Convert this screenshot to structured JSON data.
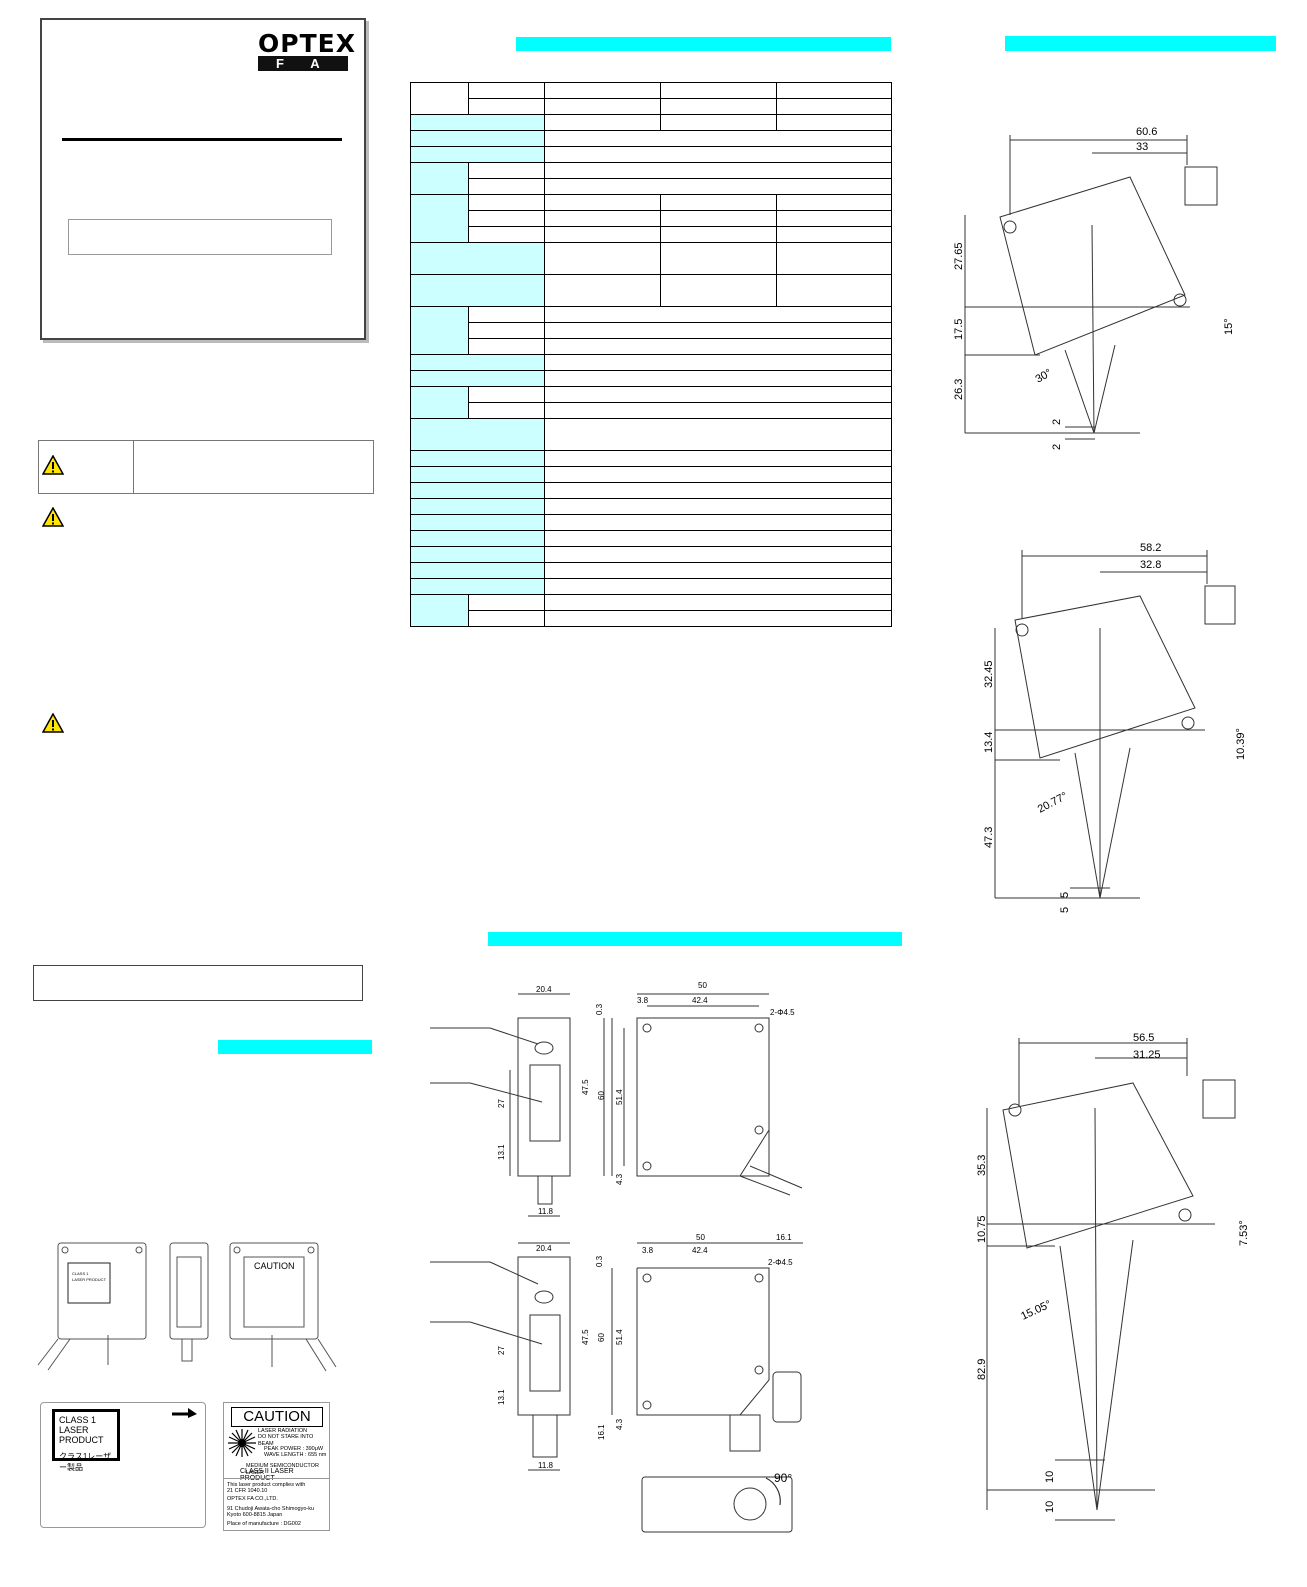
{
  "logo": {
    "brand": "OPTEX",
    "sub": "FA"
  },
  "laser_label": {
    "class_line1": "CLASS 1",
    "class_line2": "LASER PRODUCT",
    "jp": "クラス1レーザー製品"
  },
  "caution_label": {
    "title": "CAUTION",
    "radiation": "LASER RADIATION",
    "stare": "DO NOT STARE INTO BEAM",
    "peak": "PEAK POWER : 390μW",
    "wave": "WAVE LENGTH : 655 nm",
    "medium": "MEDIUM SEMICONDUCTOR LASER",
    "class2": "CLASS II LASER PRODUCT",
    "complies": "This laser product complies with",
    "cfr": "21 CFR 1040.10",
    "company": "OPTEX FA CO.,LTD.",
    "addr1": "91 Chudoji Awata-cho Shimogyo-ku",
    "addr2": "Kyoto 600-8815 Japan",
    "place": "Place of manufacture : DG002"
  },
  "dims_top": {
    "w20": "20.4",
    "w50": "50",
    "w424": "42.4",
    "w38": "3.8",
    "w03": "0.3",
    "hole": "2-Φ4.5",
    "h475": "47.5",
    "h60": "60",
    "h514": "51.4",
    "h27": "27",
    "h131": "13.1",
    "h43": "4.3",
    "w118": "11.8"
  },
  "dims_bottom": {
    "w20": "20.4",
    "w50": "50",
    "w424": "42.4",
    "w38": "3.8",
    "w03": "0.3",
    "w161": "16.1",
    "hole": "2-Φ4.5",
    "h475": "47.5",
    "h60": "60",
    "h514": "51.4",
    "h27": "27",
    "h131": "13.1",
    "h43": "4.3",
    "h161": "16.1",
    "w118": "11.8",
    "rot": "90°"
  },
  "side_views": [
    {
      "w": "60.6",
      "c": "33",
      "h1": "27.65",
      "h2": "17.5",
      "h3": "26.3",
      "ang": "15°",
      "beam": "30°",
      "t1": "2",
      "t2": "2"
    },
    {
      "w": "58.2",
      "c": "32.8",
      "h1": "32.45",
      "h2": "13.4",
      "h3": "47.3",
      "ang": "10.39°",
      "beam": "20.77°",
      "t1": "5",
      "t2": "5"
    },
    {
      "w": "56.5",
      "c": "31.25",
      "h1": "35.3",
      "h2": "10.75",
      "h3": "82.9",
      "ang": "7.53°",
      "beam": "15.05°",
      "t1": "10",
      "t2": "10"
    }
  ]
}
